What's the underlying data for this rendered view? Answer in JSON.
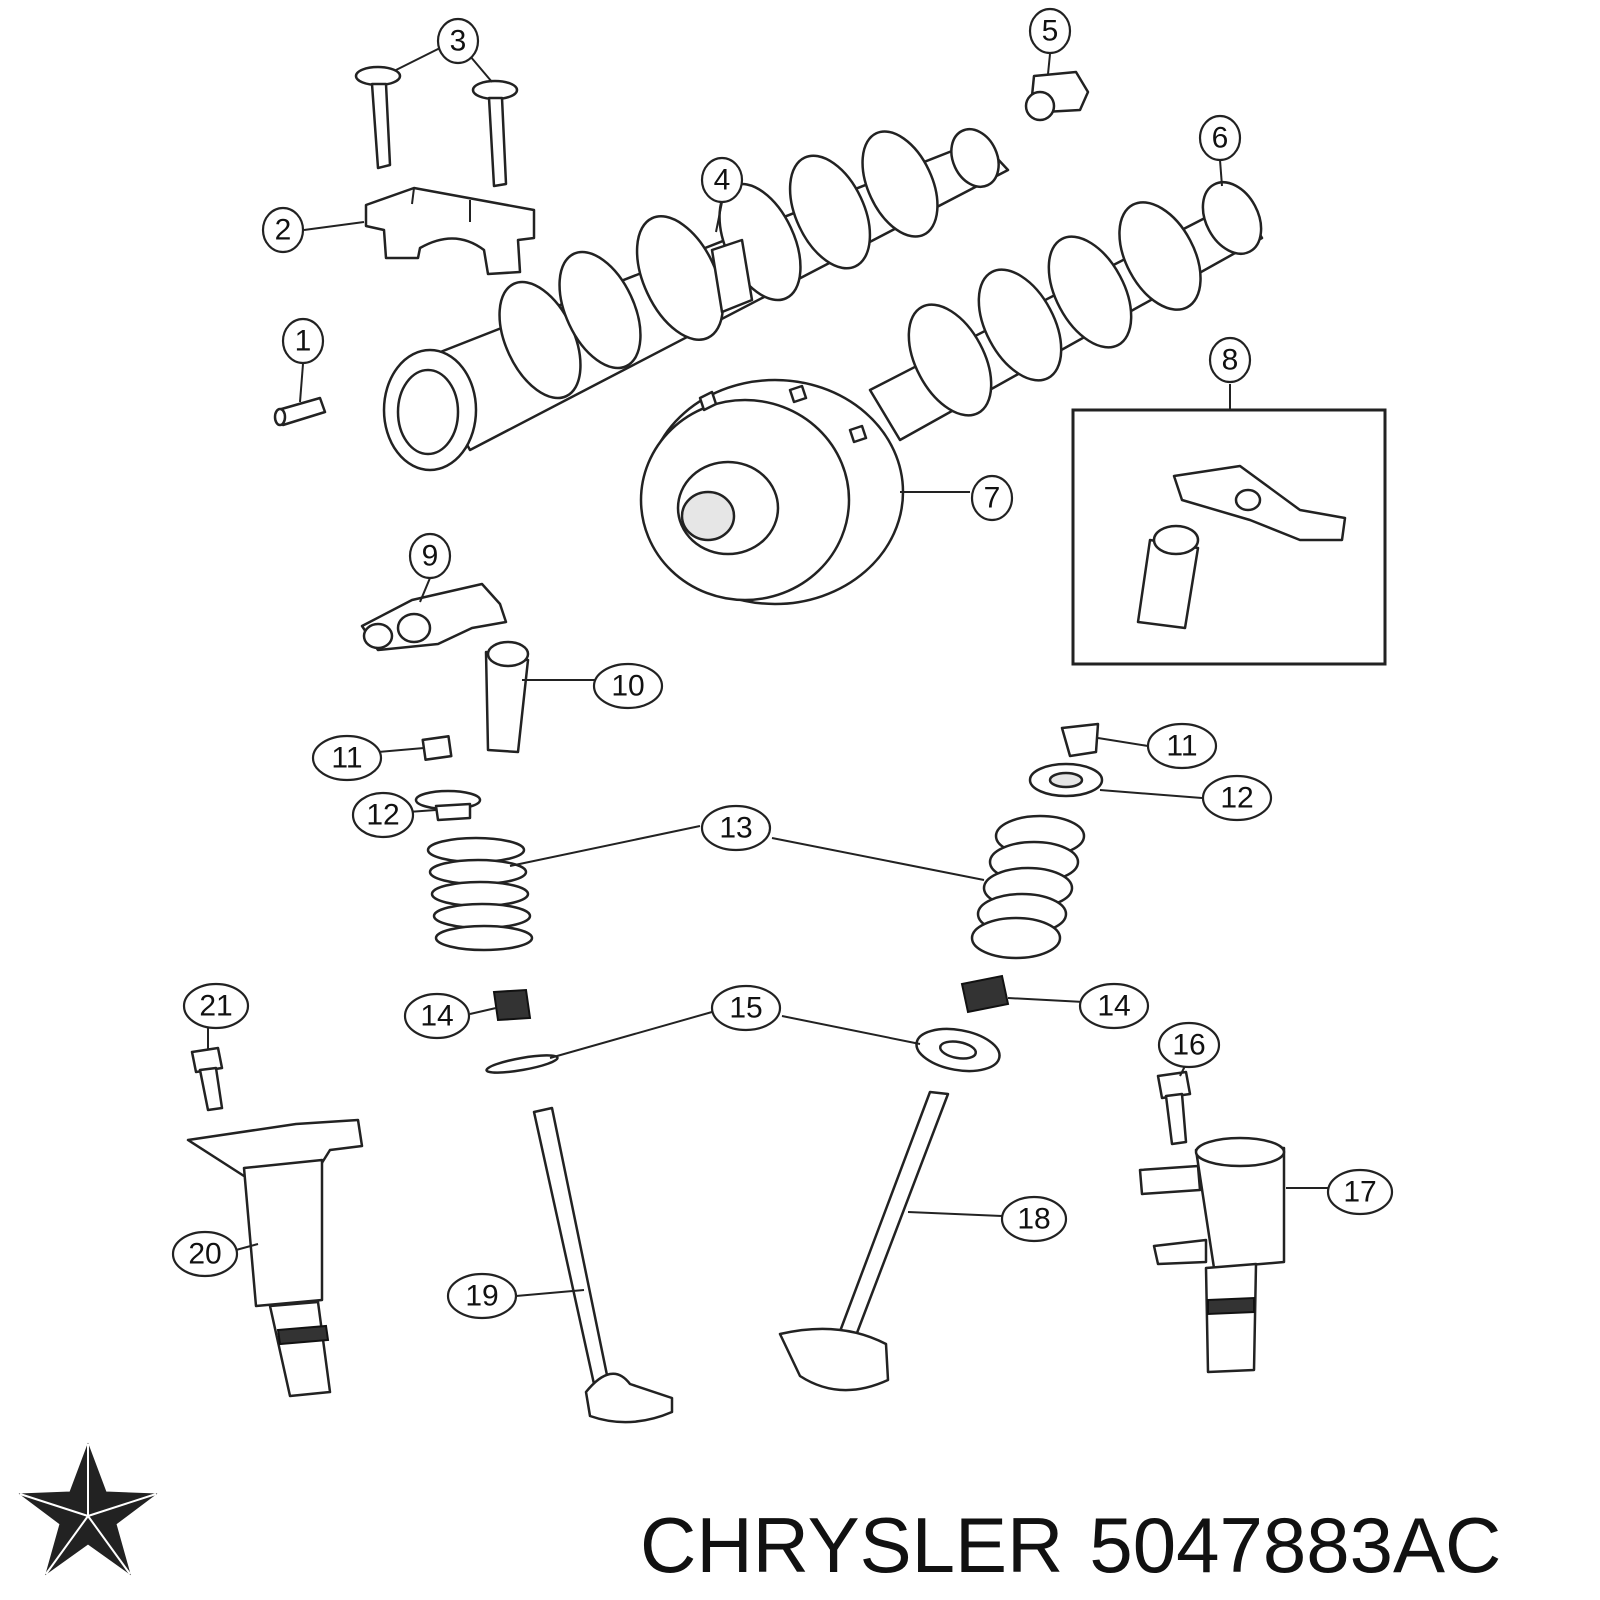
{
  "brand": {
    "name": "CHRYSLER",
    "part_number": "5047883AC",
    "logo_icon": "chrysler-pentastar-icon"
  },
  "callouts": [
    "1",
    "2",
    "3",
    "4",
    "5",
    "6",
    "7",
    "8",
    "9",
    "10",
    "11",
    "11",
    "12",
    "12",
    "13",
    "14",
    "14",
    "15",
    "16",
    "17",
    "18",
    "19",
    "20",
    "21"
  ],
  "colors": {
    "line": "#222222",
    "background": "#ffffff"
  }
}
